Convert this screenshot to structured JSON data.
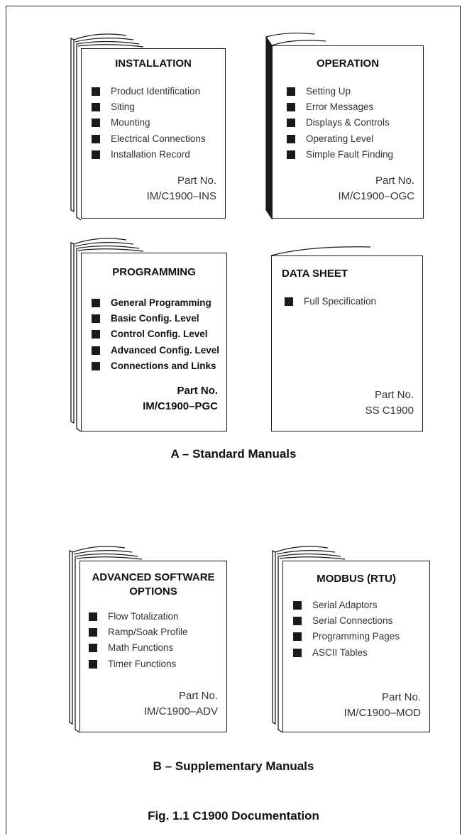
{
  "standard_manuals": [
    {
      "title": "INSTALLATION",
      "items": [
        "Product Identification",
        "Siting",
        "Mounting",
        "Electrical Connections",
        "Installation Record"
      ],
      "part_label": "Part No.",
      "part_number": "IM/C1900–INS"
    },
    {
      "title": "OPERATION",
      "items": [
        "Setting Up",
        "Error Messages",
        "Displays & Controls",
        "Operating Level",
        "Simple Fault Finding"
      ],
      "part_label": "Part No.",
      "part_number": "IM/C1900–OGC"
    },
    {
      "title": "PROGRAMMING",
      "items": [
        "General Programming",
        "Basic Config. Level",
        "Control Config. Level",
        "Advanced Config. Level",
        "Connections and Links"
      ],
      "part_label": "Part No.",
      "part_number": "IM/C1900–PGC"
    },
    {
      "title": "DATA SHEET",
      "items": [
        "Full Specification"
      ],
      "part_label": "Part No.",
      "part_number": "SS C1900"
    }
  ],
  "standard_caption": "A – Standard Manuals",
  "supplementary_manuals": [
    {
      "title_line1": "ADVANCED SOFTWARE",
      "title_line2": "OPTIONS",
      "items": [
        "Flow Totalization",
        "Ramp/Soak Profile",
        "Math Functions",
        "Timer Functions"
      ],
      "part_label": "Part No.",
      "part_number": "IM/C1900–ADV"
    },
    {
      "title": "MODBUS (RTU)",
      "items": [
        "Serial Adaptors",
        "Serial Connections",
        "Programming Pages",
        "ASCII Tables"
      ],
      "part_label": "Part No.",
      "part_number": "IM/C1900–MOD"
    }
  ],
  "supplementary_caption": "B – Supplementary Manuals",
  "figure_caption": "Fig. 1.1 C1900 Documentation"
}
